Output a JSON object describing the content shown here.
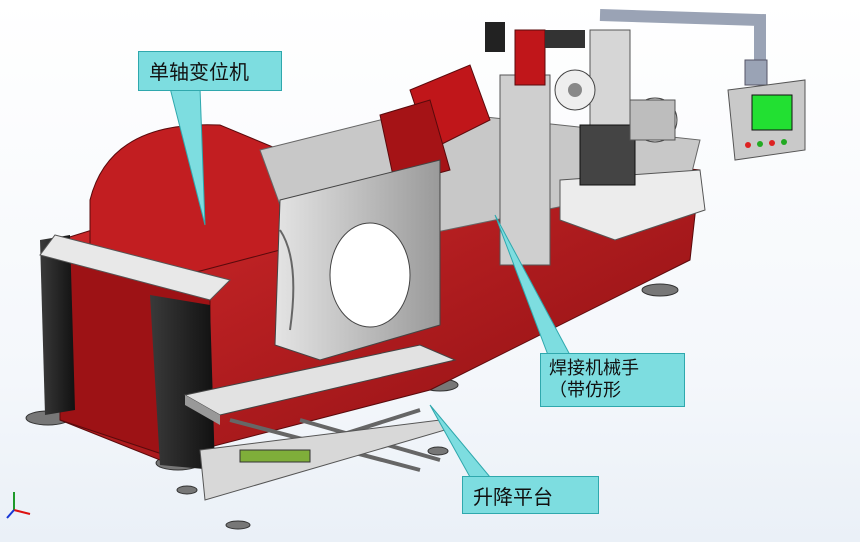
{
  "callouts": {
    "positioner": "单轴变位机",
    "robot_line1": "焊接机械手",
    "robot_line2": "（带仿形",
    "lift_platform": "升降平台"
  },
  "colors": {
    "machine_red": "#b5161a",
    "callout_fill": "#7ddde0",
    "screen_green": "#22e032"
  }
}
